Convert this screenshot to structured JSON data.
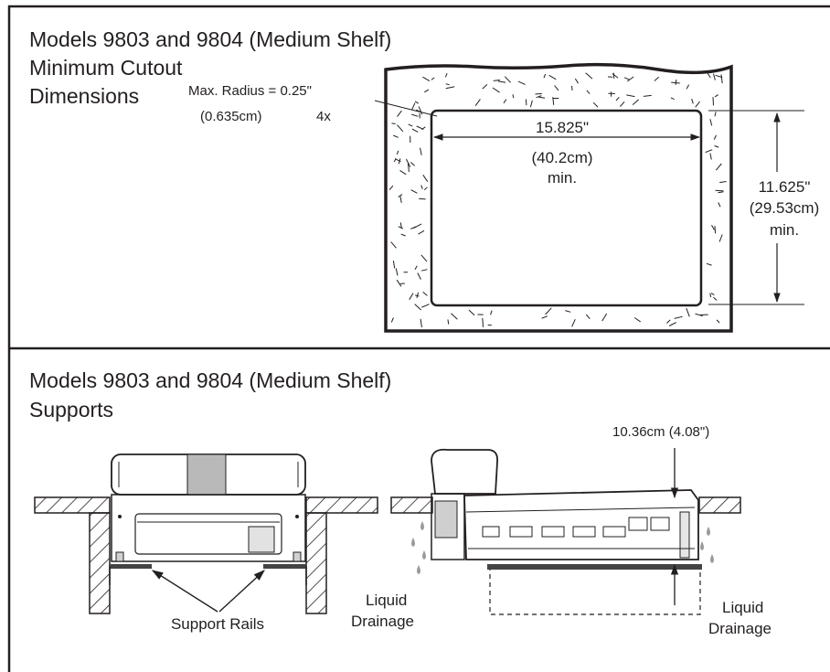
{
  "top_panel": {
    "title_line1": "Models 9803 and 9804 (Medium Shelf)",
    "title_line2": "Minimum Cutout",
    "title_line3": "Dimensions",
    "radius_label": "Max. Radius = 0.25\"",
    "radius_metric": "(0.635cm)",
    "radius_count": "4x",
    "width_in": "15.825\"",
    "width_cm": "(40.2cm)",
    "width_min": "min.",
    "height_in": "11.625\"",
    "height_cm": "(29.53cm)",
    "height_min": "min."
  },
  "bottom_panel": {
    "title_line1": "Models 9803 and 9804 (Medium Shelf)",
    "title_line2": "Supports",
    "support_rails": "Support Rails",
    "clearance": "10.36cm (4.08\")",
    "drainage_left_1": "Liquid",
    "drainage_left_2": "Drainage",
    "drainage_right_1": "Liquid",
    "drainage_right_2": "Drainage"
  }
}
